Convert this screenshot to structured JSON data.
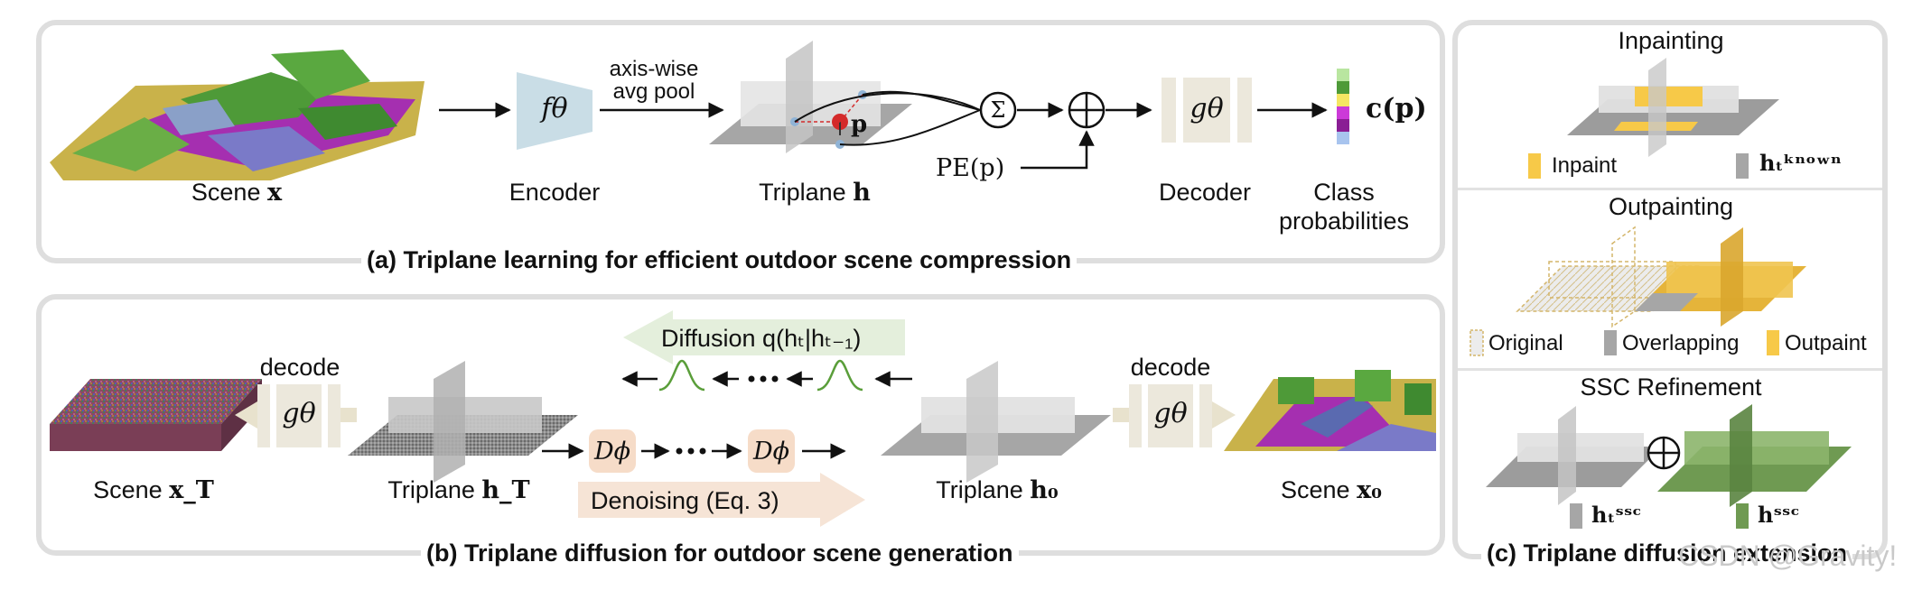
{
  "panel_a": {
    "title": "(a) Triplane learning for efficient outdoor scene compression",
    "scene_label": "Scene",
    "scene_symbol": "x",
    "encoder_label": "Encoder",
    "encoder_symbol": "fθ",
    "pool_line1": "axis-wise",
    "pool_line2": "avg pool",
    "triplane_label": "Triplane",
    "triplane_symbol": "h",
    "point_symbol": "p",
    "sum_symbol": "Σ",
    "pe_label": "PE(p)",
    "decoder_label": "Decoder",
    "decoder_symbol": "gθ",
    "class_label_1": "Class",
    "class_label_2": "probabilities",
    "output_symbol": "c(p)"
  },
  "panel_b": {
    "title": "(b) Triplane diffusion for outdoor scene generation",
    "diffusion_label": "Diffusion q(hₜ|hₜ₋₁)",
    "decode_left": "decode",
    "decode_right": "decode",
    "decoder_symbol": "gθ",
    "denoiser_symbol": "Dϕ",
    "denoising_label": "Denoising (Eq. 3)",
    "scene_xt_label": "Scene",
    "scene_xt_symbol": "x_T",
    "triplane_ht_label": "Triplane",
    "triplane_ht_symbol": "h_T",
    "triplane_h0_label": "Triplane",
    "triplane_h0_symbol": "h₀",
    "scene_x0_label": "Scene",
    "scene_x0_symbol": "x₀"
  },
  "panel_c": {
    "title": "(c) Triplane diffusion extension",
    "inpainting_title": "Inpainting",
    "inpaint_legend": "Inpaint",
    "known_legend": "hₜᵏⁿᵒʷⁿ",
    "outpainting_title": "Outpainting",
    "original_legend": "Original",
    "overlapping_legend": "Overlapping",
    "outpaint_legend": "Outpaint",
    "ssc_title": "SSC Refinement",
    "ssc_t_legend": "hₜˢˢᶜ",
    "ssc_legend": "hˢˢᶜ"
  },
  "watermark": "CSDN @Gravity!",
  "colors": {
    "panel_border": "#dedede",
    "encoder": "#c9dde6",
    "decoder": "#ece8dc",
    "plane_dark": "#9c9c9c",
    "plane_light": "#e2e2e2",
    "inpaint": "#f7c948",
    "outpaint": "#e5b43a",
    "ssc": "#6f9a52",
    "denoise": "#f6dcc8",
    "diffusion_arrow": "#e4efdc",
    "decode_arrow": "#e8e2cd"
  }
}
